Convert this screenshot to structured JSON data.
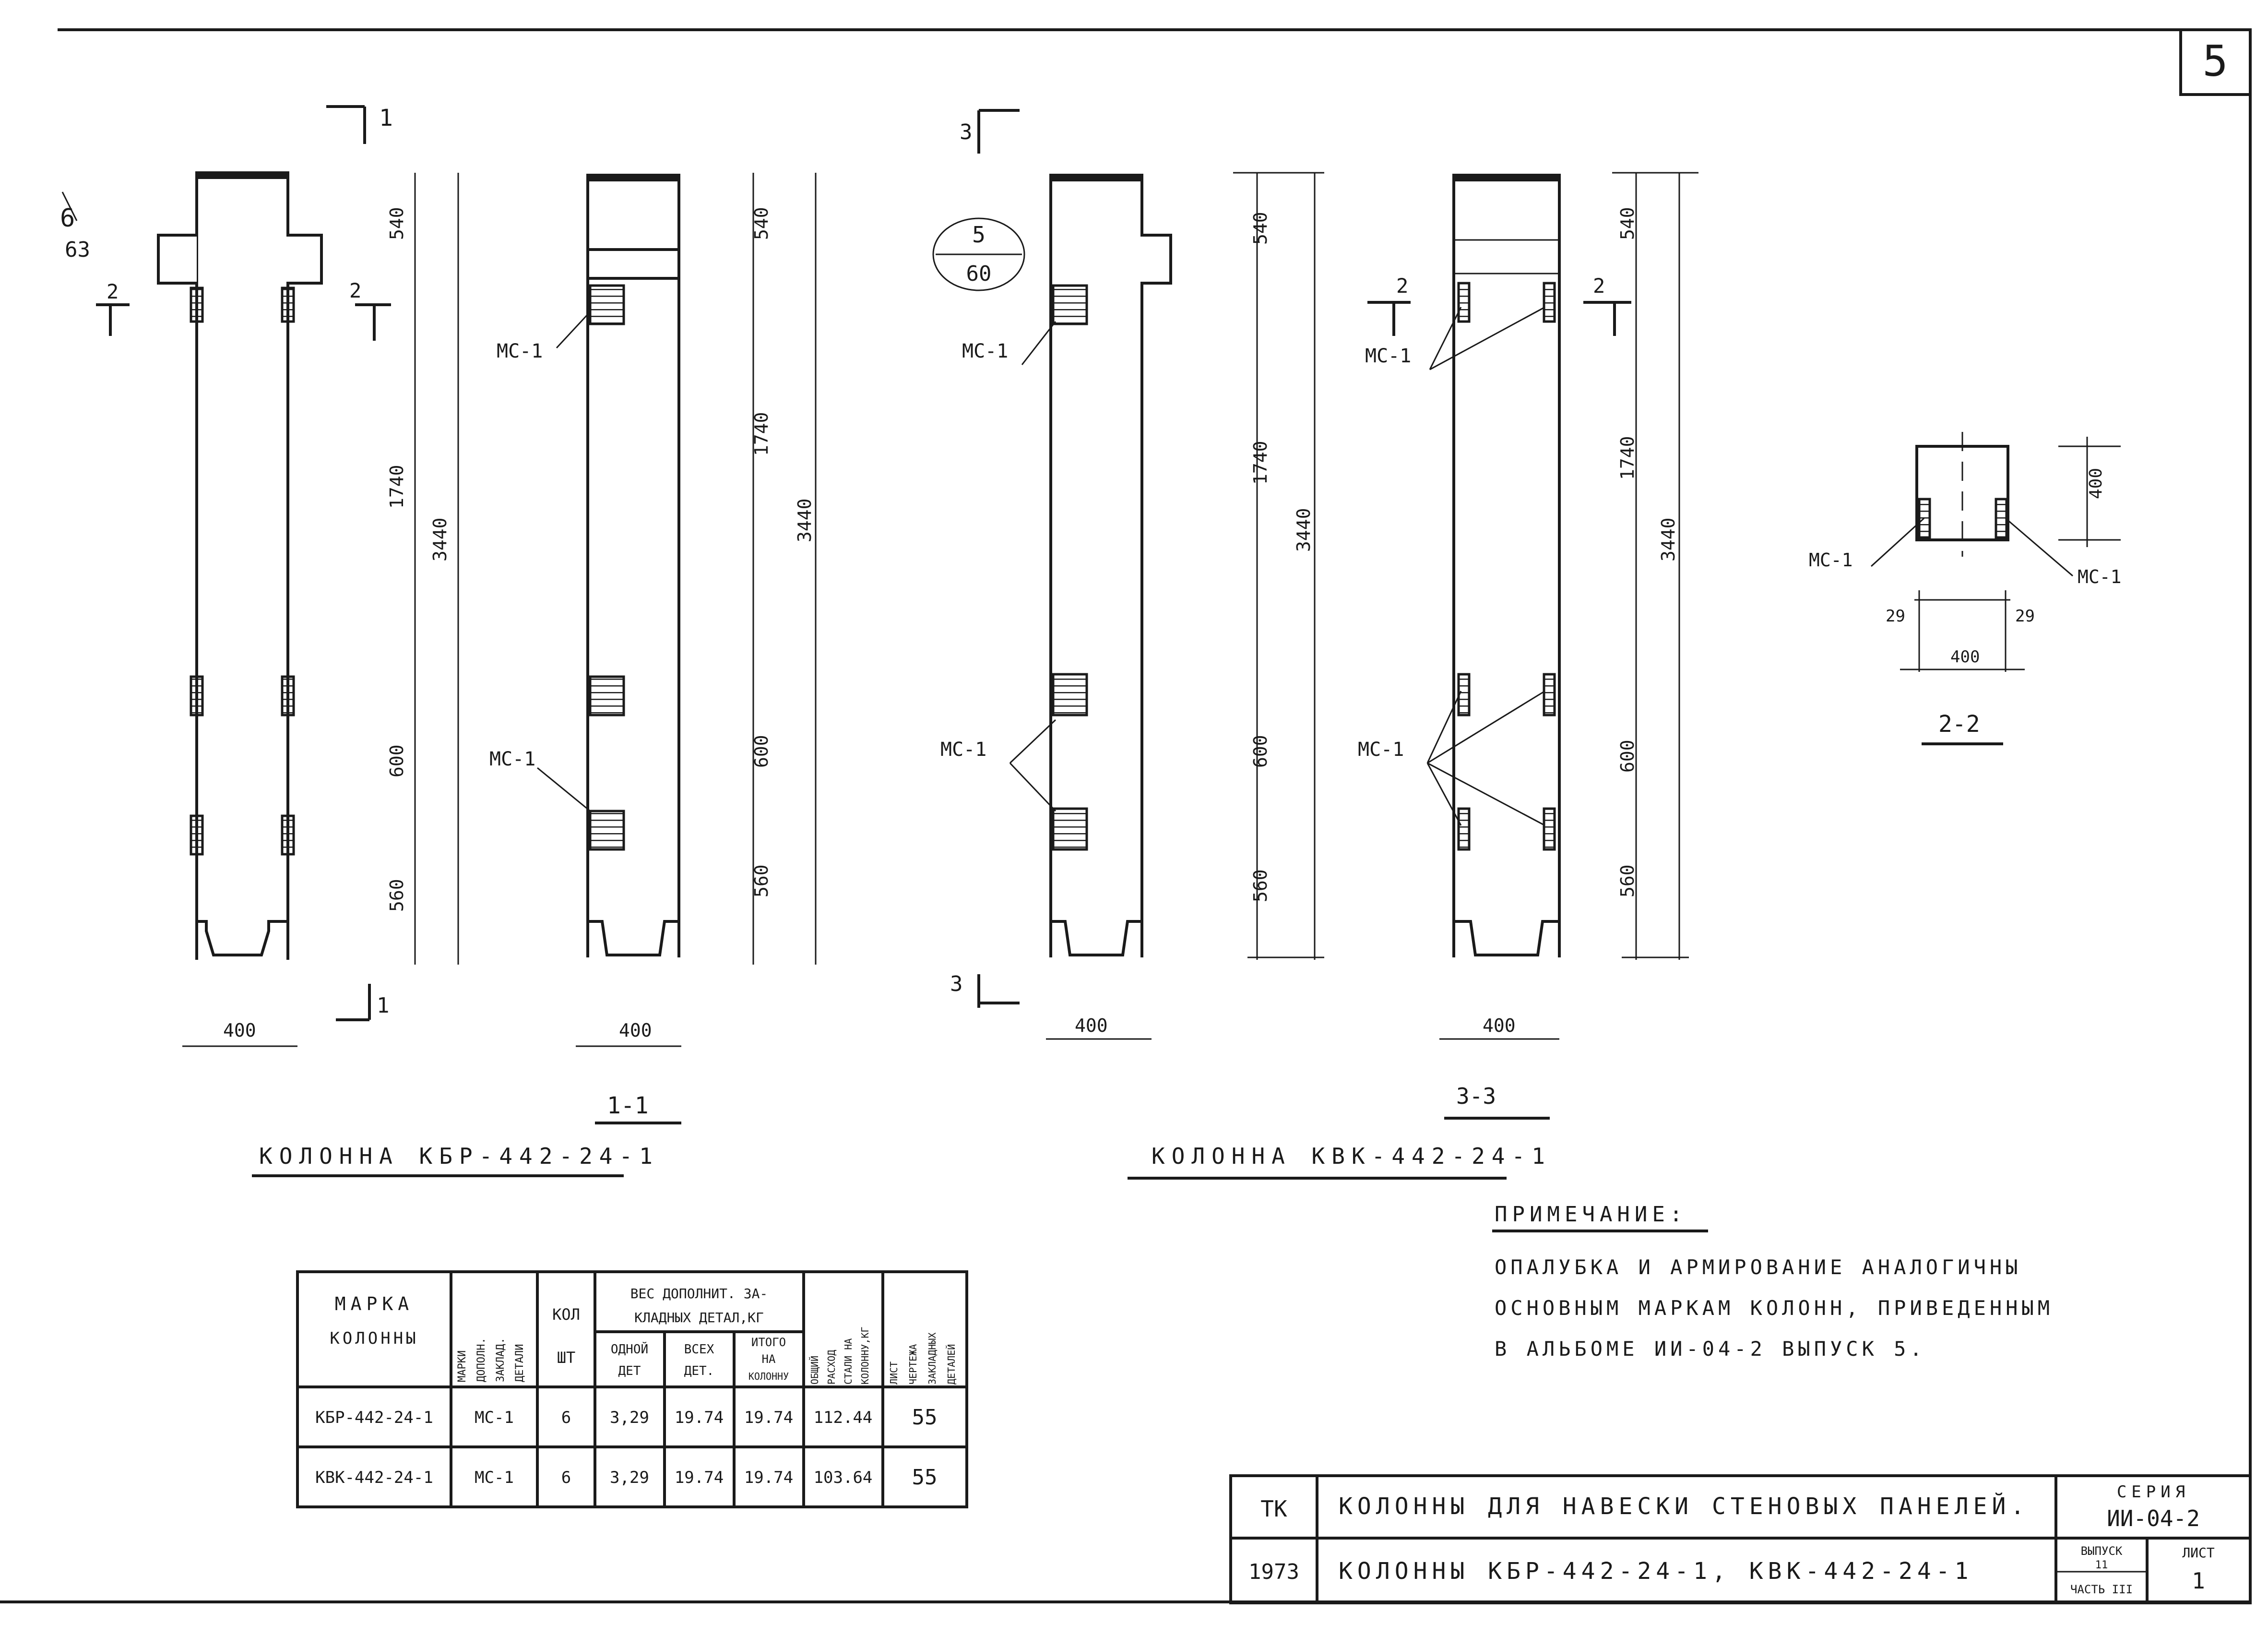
{
  "sheet": {
    "number": "5",
    "colors": {
      "ink": "#1a1a1a",
      "paper": "#ffffff"
    }
  },
  "views": {
    "kbr": {
      "caption": "КОЛОННА КБР-442-24-1",
      "section_caption": "1-1",
      "section_marker": "1",
      "section2_marker": "2",
      "mark_6_63": "6\n63",
      "dims": {
        "d540": "540",
        "d1740": "1740",
        "d3440": "3440",
        "d600": "600",
        "d560": "560",
        "d400": "400"
      },
      "label_mc1": "МС-1"
    },
    "kvk": {
      "caption": "КОЛОННА КВК-442-24-1",
      "section_caption": "3-3",
      "section_marker": "3",
      "section2_marker": "2",
      "circle_top": "5",
      "circle_bottom": "60",
      "dims": {
        "d540": "540",
        "d1740": "1740",
        "d3440": "3440",
        "d600": "600",
        "d560": "560",
        "d400": "400"
      },
      "label_mc1": "МС-1"
    },
    "section22": {
      "caption": "2-2",
      "d400_top": "400",
      "d400_bottom": "400",
      "d29_left": "29",
      "d29_right": "29",
      "label_mc1": "МС-1"
    }
  },
  "note": {
    "title": "ПРИМЕЧАНИЕ:",
    "lines": [
      "ОПАЛУБКА И АРМИРОВАНИЕ АНАЛОГИЧНЫ",
      "ОСНОВНЫМ МАРКАМ КОЛОНН, ПРИВЕДЕННЫМ",
      "В АЛЬБОМЕ ИИ-04-2 ВЫПУСК 5."
    ]
  },
  "spec_table": {
    "headers": {
      "mark": [
        "МАРКА",
        "КОЛОННЫ"
      ],
      "detail": [
        "МАРКИ",
        "ДОПОЛН.",
        "ЗАКЛАД.",
        "ДЕТАЛИ"
      ],
      "qty": [
        "КОЛ",
        "ШТ"
      ],
      "weight_group": [
        "ВЕС ДОПОЛНИТ. ЗА-",
        "КЛАДНЫХ ДЕТАЛ,КГ"
      ],
      "one": [
        "ОДНОЙ",
        "ДЕТ"
      ],
      "all": [
        "ВСЕХ",
        "ДЕТ."
      ],
      "total": [
        "ИТОГО",
        "НА",
        "КОЛОННУ"
      ],
      "steel": [
        "ОБЩИЙ",
        "РАСХОД",
        "СТАЛИ НА",
        "КОЛОННУ,КГ"
      ],
      "sheet_ref": [
        "ЛИСТ",
        "ЧЕРТЕЖА",
        "ЗАКЛАДНЫХ",
        "ДЕТАЛЕЙ"
      ]
    },
    "rows": [
      {
        "mark": "КБР-442-24-1",
        "detail": "МС-1",
        "qty": "6",
        "one": "3,29",
        "all": "19.74",
        "total": "19.74",
        "steel": "112.44",
        "sheet_ref": "55"
      },
      {
        "mark": "КВК-442-24-1",
        "detail": "МС-1",
        "qty": "6",
        "one": "3,29",
        "all": "19.74",
        "total": "19.74",
        "steel": "103.64",
        "sheet_ref": "55"
      }
    ]
  },
  "title_block": {
    "org": "ТК",
    "year": "1973",
    "title1": "КОЛОННЫ ДЛЯ НАВЕСКИ СТЕНОВЫХ ПАНЕЛЕЙ.",
    "title2": "КОЛОННЫ КБР-442-24-1, КВК-442-24-1",
    "series_label": "СЕРИЯ",
    "series_value": "ИИ-04-2",
    "issue_label": "ВЫПУСК",
    "issue_value": "11",
    "part_label": "ЧАСТЬ III",
    "sheet_label": "ЛИСТ",
    "sheet_value": "1"
  }
}
